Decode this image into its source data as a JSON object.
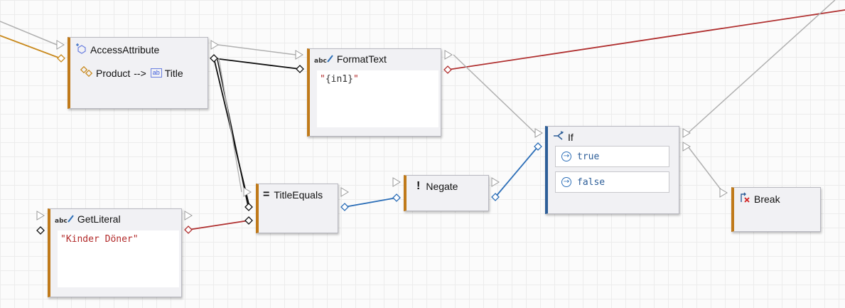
{
  "nodes": {
    "access_attribute": {
      "title": "AccessAttribute",
      "entity": "Product",
      "arrow": "-->",
      "attr_icon": "ab",
      "attribute": "Title"
    },
    "format_text": {
      "title": "FormatText",
      "icon_text": "abc",
      "template": "{in1}",
      "quote": "\""
    },
    "get_literal": {
      "title": "GetLiteral",
      "icon_text": "abc",
      "value": "\"Kinder Döner\""
    },
    "title_equals": {
      "title": "TitleEquals",
      "symbol": "="
    },
    "negate": {
      "title": "Negate",
      "symbol": "!"
    },
    "if_node": {
      "title": "If",
      "branches": [
        "true",
        "false"
      ]
    },
    "break_node": {
      "title": "Break"
    }
  },
  "colors": {
    "exec_wire": "#b0b0b0",
    "string_wire": "#b03030",
    "bool_wire": "#2d6fb8",
    "object_wire": "#000000",
    "orange_wire": "#c98a1e",
    "node_accent": "#c07a1a",
    "if_accent": "#2d5e98"
  }
}
